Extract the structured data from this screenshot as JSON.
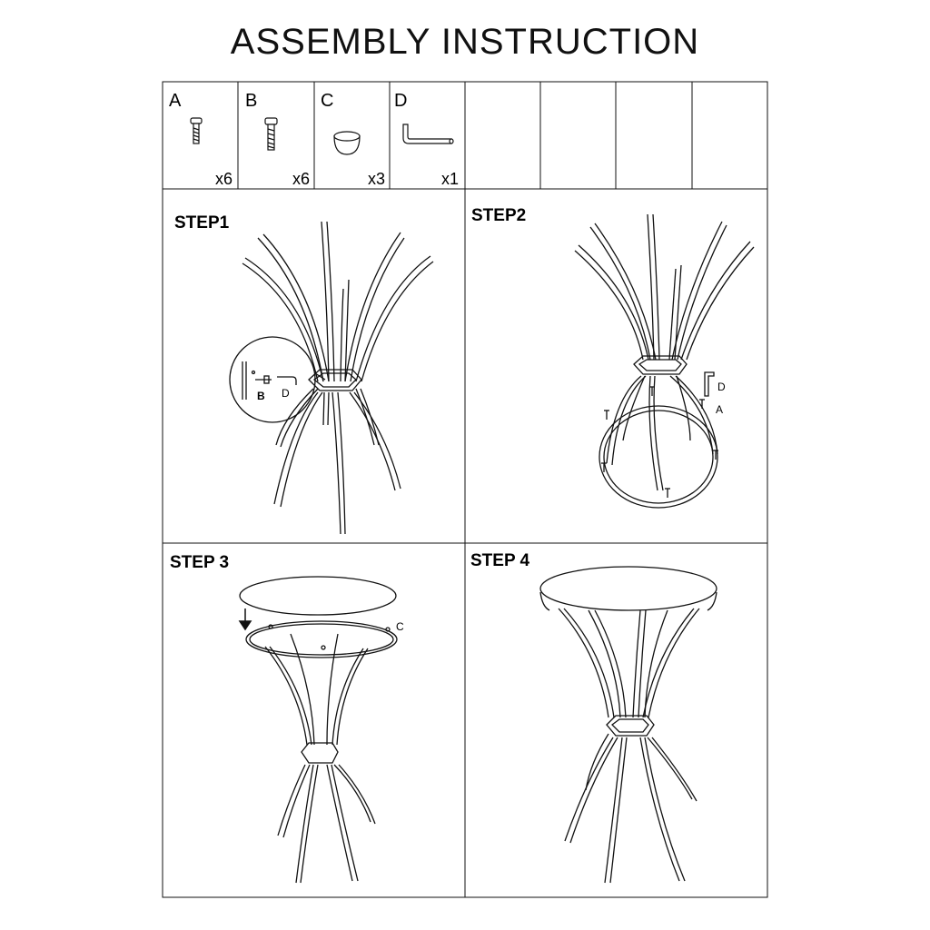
{
  "title": "ASSEMBLY  INSTRUCTION",
  "parts": [
    {
      "letter": "A",
      "qty": "x6",
      "icon": "short-screw-icon"
    },
    {
      "letter": "B",
      "qty": "x6",
      "icon": "long-screw-icon"
    },
    {
      "letter": "C",
      "qty": "x3",
      "icon": "rubber-cap-icon"
    },
    {
      "letter": "D",
      "qty": "x1",
      "icon": "allen-key-icon"
    }
  ],
  "steps": [
    {
      "label": "STEP1",
      "detail_labels": [
        "B",
        "D"
      ]
    },
    {
      "label": "STEP2",
      "callouts": [
        "D",
        "A"
      ]
    },
    {
      "label": "STEP 3",
      "callouts": [
        "C"
      ]
    },
    {
      "label": "STEP 4"
    }
  ],
  "colors": {
    "line": "#111111",
    "background": "#ffffff"
  }
}
